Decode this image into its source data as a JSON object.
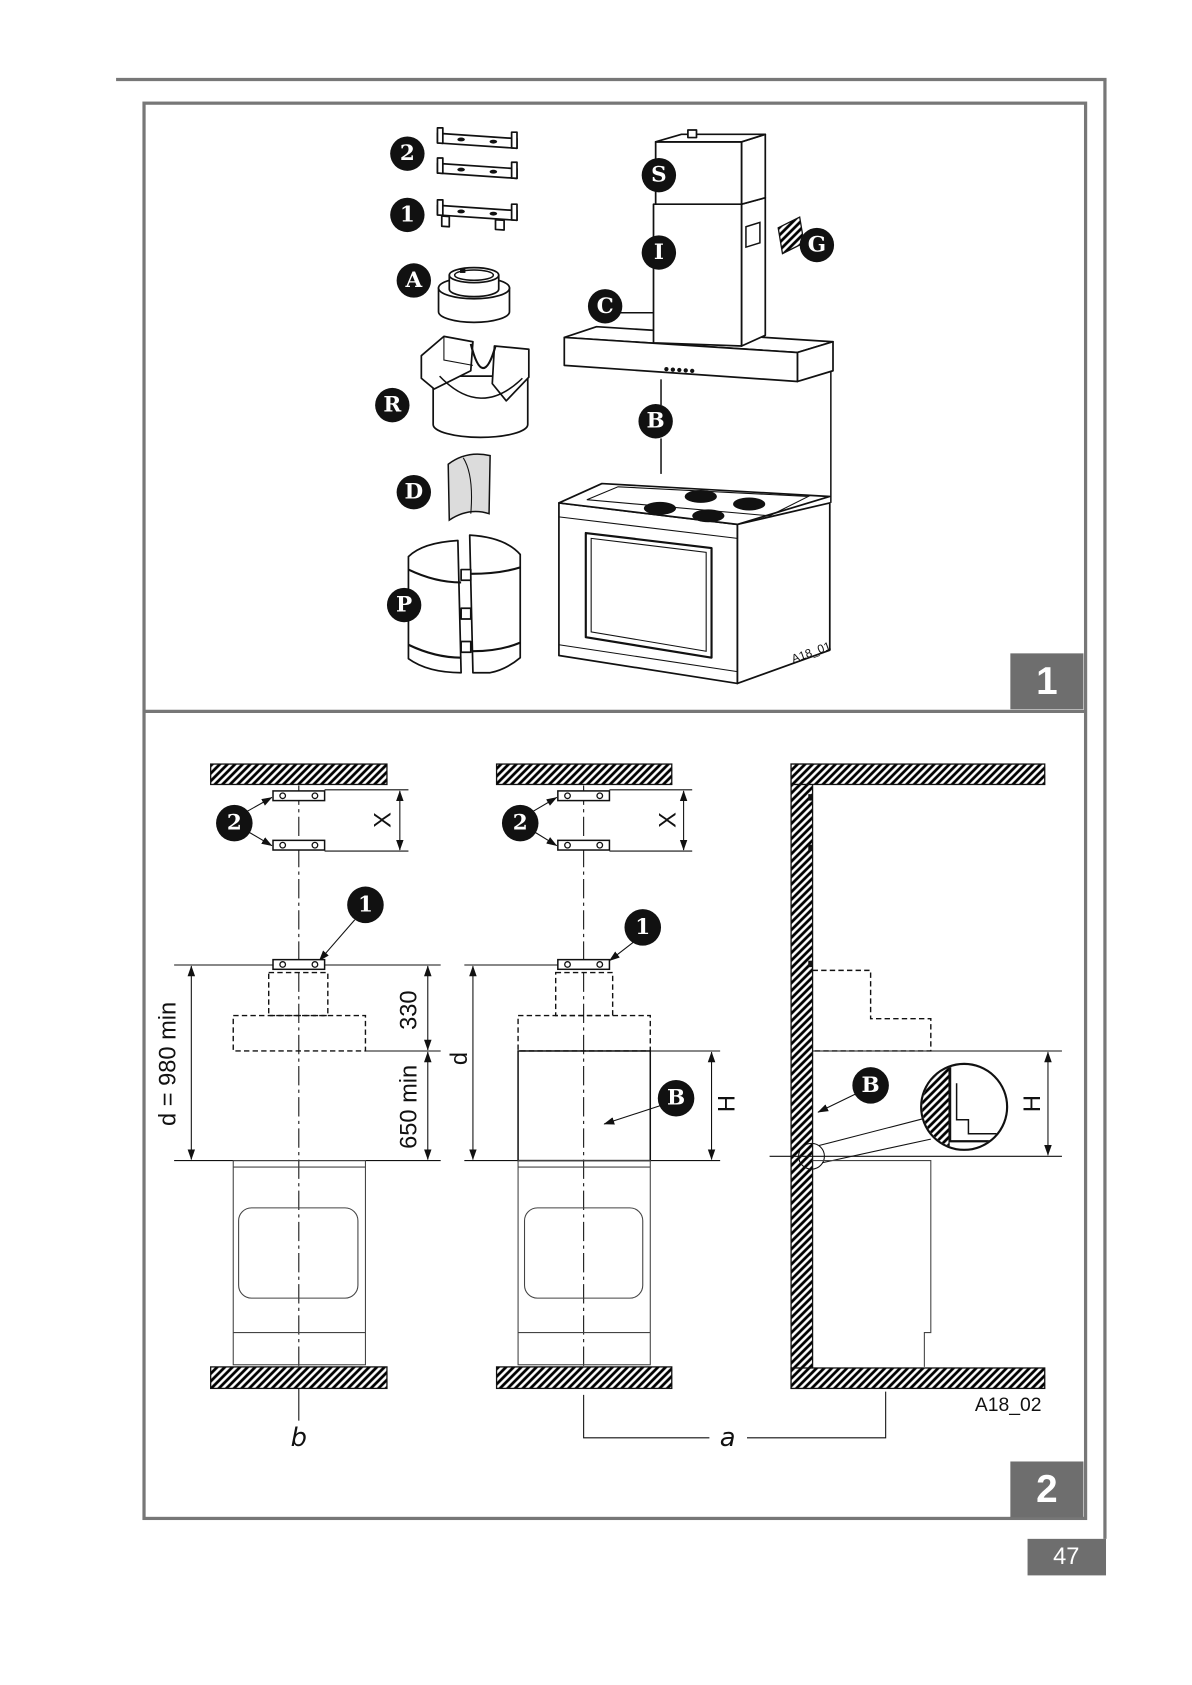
{
  "page": {
    "number": "47"
  },
  "figure1": {
    "number": "1",
    "code": "A18_01",
    "badges": {
      "bracket_upper": "2",
      "bracket_lower": "1",
      "flange": "A",
      "reducer": "R",
      "deflector": "D",
      "pipe_clamp": "P",
      "upper_chimney": "S",
      "lower_chimney": "I",
      "hood": "C",
      "grille": "G",
      "distance": "B"
    }
  },
  "figure2": {
    "number": "2",
    "code": "A18_02",
    "left_view": {
      "badge_upper_brackets": "2",
      "badge_lower_bracket": "1",
      "dim_x": "X",
      "dim_330": "330",
      "dim_650": "650 min",
      "dim_d": "d = 980 min",
      "axis_b": "b"
    },
    "middle_view": {
      "badge_upper_brackets": "2",
      "badge_lower_bracket": "1",
      "dim_x": "X",
      "dim_d": "d",
      "badge_b": "B",
      "dim_h": "H",
      "axis_a": "a"
    },
    "side_view": {
      "badge_b": "B",
      "dim_h": "H"
    }
  },
  "colors": {
    "ink": "#111111",
    "frame": "#777777",
    "number_box": "#6e6e6e"
  }
}
